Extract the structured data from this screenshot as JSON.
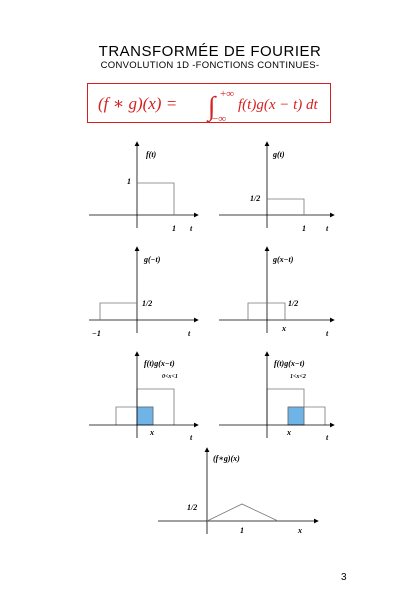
{
  "header": {
    "title": "TRANSFORMÉE DE FOURIER",
    "subtitle": "CONVOLUTION 1D -FONCTIONS CONTINUES-"
  },
  "formula": {
    "lhs": "(f ∗ g)(x) =",
    "integral_sign": "∫",
    "upper_limit": "+∞",
    "lower_limit": "−∞",
    "integrand": "f(t)g(x − t) dt"
  },
  "plots": {
    "f": {
      "ylabel": "f(t)",
      "level_label": "1",
      "x_tick": "1",
      "xlabel": "t"
    },
    "g": {
      "ylabel": "g(t)",
      "level_label": "1/2",
      "x_tick": "1",
      "xlabel": "t"
    },
    "g_neg": {
      "ylabel": "g(−t)",
      "level_label": "1/2",
      "x_tick": "−1",
      "xlabel": "t"
    },
    "g_shift": {
      "ylabel": "g(x−t)",
      "level_label": "1/2",
      "x_tick": "x",
      "xlabel": "t"
    },
    "prod1": {
      "ylabel": "f(t)g(x−t)",
      "condition": "0<x<1",
      "x_tick": "x",
      "xlabel": "t"
    },
    "prod2": {
      "ylabel": "f(t)g(x−t)",
      "condition": "1<x<2",
      "x_tick": "x",
      "xlabel": "t"
    },
    "conv": {
      "ylabel": "(f∗g)(x)",
      "level_label": "1/2",
      "x_tick": "1",
      "xlabel": "x"
    }
  },
  "colors": {
    "formula": "#d62020",
    "overlap_fill": "#6fb4e6",
    "axis": "#000000",
    "curve": "#777777"
  },
  "page_number": "3"
}
